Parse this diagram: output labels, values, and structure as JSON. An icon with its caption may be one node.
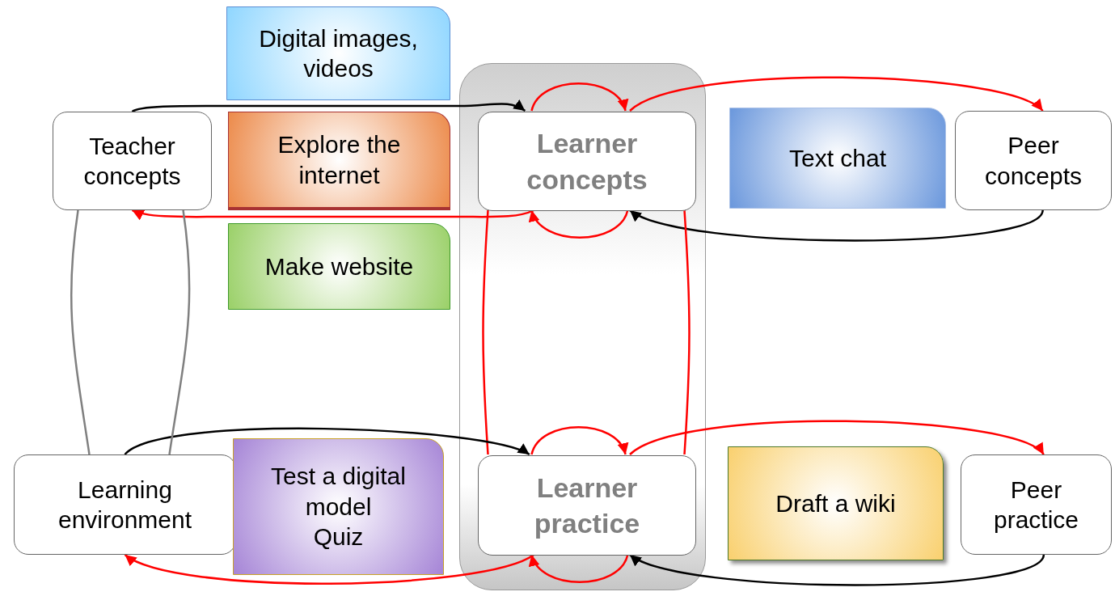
{
  "diagram": {
    "nodes": [
      {
        "text": [
          "Digital images, videos"
        ]
      },
      {
        "text": [
          "Teacher concepts"
        ]
      },
      {
        "text": [
          "Explore the internet"
        ]
      },
      {
        "text": [],
        "shape": "box"
      },
      {
        "text": [
          "Learner concepts"
        ],
        "in": 3
      },
      {
        "text": [
          "Text chat"
        ]
      },
      {
        "text": [
          "Peer concepts"
        ]
      },
      {
        "text": [
          "Make website"
        ]
      },
      {
        "text": [
          "Learning environment"
        ]
      },
      {
        "text": [
          "Test a digital model",
          "Quiz"
        ]
      },
      {
        "text": [
          "Learner practice"
        ],
        "in": 3
      },
      {
        "text": [
          "Draft a wiki"
        ]
      },
      {
        "text": [
          "Peer practice"
        ]
      }
    ],
    "edges": [
      {
        "from": 1,
        "to": 4,
        "arrow": "to",
        "color": "#000000"
      },
      {
        "from": 4,
        "to": 4,
        "arrow": "to"
      },
      {
        "from": 4,
        "to": 6,
        "arrow": "to"
      },
      {
        "from": 4,
        "to": 1,
        "arrow": "to"
      },
      {
        "from": 4,
        "to": 4,
        "arrow": "to"
      },
      {
        "from": 6,
        "to": 4,
        "arrow": "to",
        "color": "#000000"
      },
      {
        "from": 4,
        "to": 10,
        "arrow": "none"
      },
      {
        "from": 4,
        "to": 10,
        "arrow": "none"
      },
      {
        "from": 8,
        "to": 10,
        "arrow": "to",
        "color": "#000000"
      },
      {
        "from": 10,
        "to": 10,
        "arrow": "to"
      },
      {
        "from": 10,
        "to": 12,
        "arrow": "to"
      },
      {
        "from": 10,
        "to": 8,
        "arrow": "to"
      },
      {
        "from": 10,
        "to": 10,
        "arrow": "to"
      },
      {
        "from": 12,
        "to": 10,
        "arrow": "to",
        "color": "#000000"
      },
      {
        "from": 1,
        "to": 8,
        "arrow": "none",
        "color": "#808080"
      },
      {
        "from": 1,
        "to": 8,
        "arrow": "none",
        "color": "#808080"
      }
    ]
  }
}
